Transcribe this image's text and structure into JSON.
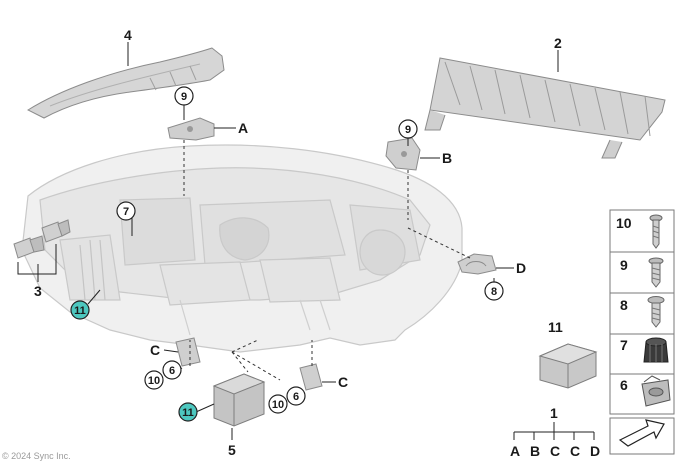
{
  "labels": {
    "part_1": "1",
    "part_2": "2",
    "part_3": "3",
    "part_4": "4",
    "part_5": "5",
    "part_6_a": "6",
    "part_6_b": "6",
    "part_7": "7",
    "part_8": "8",
    "part_9_a": "9",
    "part_9_b": "9",
    "part_10_a": "10",
    "part_10_b": "10",
    "part_11_a": "11",
    "part_11_b": "11",
    "part_11_box": "11",
    "letter_A": "A",
    "letter_B": "B",
    "letter_C_left": "C",
    "letter_C_right": "C",
    "letter_D": "D"
  },
  "legend_bracket": [
    "A",
    "B",
    "C",
    "C",
    "D"
  ],
  "side_panel": [
    "10",
    "9",
    "8",
    "7",
    "6"
  ],
  "footer_text": "© 2024 Sync Inc.",
  "colors": {
    "part_fill": "#d6d6d6",
    "part_stroke": "#8c8c8c",
    "lamp_fill": "#efefef",
    "lamp_stroke": "#c8c8c8",
    "highlight_circle": "#4dc7bf",
    "panel_border": "#7a7a7a"
  }
}
